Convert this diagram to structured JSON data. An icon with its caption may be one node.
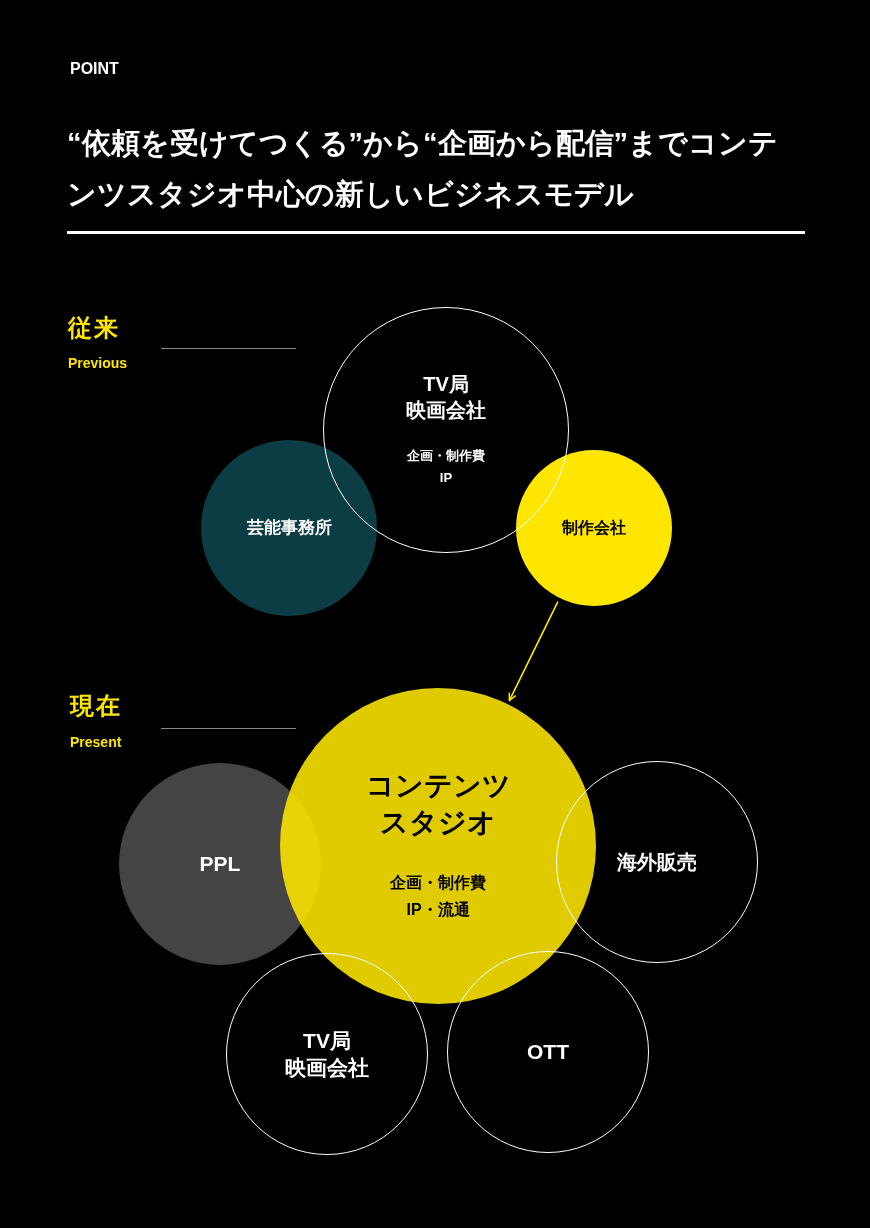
{
  "diagram": {
    "title": "“依頼を受けてつくる”から“企画から配信”までコンテンツスタジオ中心の新しいビジネスモデル",
    "nodes": [
      {
        "text": [
          "TV局",
          "映画会社",
          "企画・制作費",
          "IP"
        ]
      },
      {
        "text": [
          "芸能事務所"
        ]
      },
      {
        "text": [
          "制作会社"
        ]
      },
      {
        "text": [
          "コンテンツ",
          "スタジオ",
          "企画・制作費",
          "IP・流通"
        ]
      },
      {
        "text": [
          "PPL"
        ]
      },
      {
        "text": [
          "海外販売"
        ]
      },
      {
        "text": [
          "TV局",
          "映画会社"
        ]
      },
      {
        "text": [
          "OTT"
        ]
      }
    ],
    "edges": [
      {
        "from": 2,
        "to": 3,
        "arrow": "to"
      }
    ],
    "labels": [
      "POINT",
      "従来",
      "Previous",
      "現在",
      "Present"
    ]
  }
}
